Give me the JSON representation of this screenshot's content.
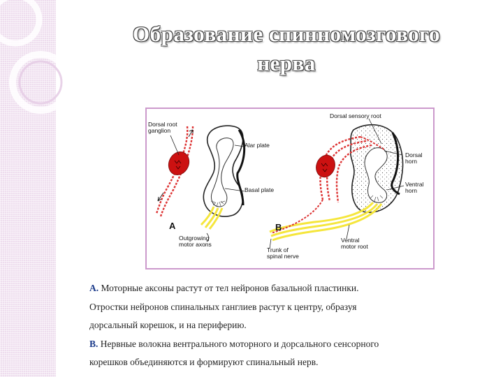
{
  "title": {
    "line1": "Образование спинномозгового",
    "line2": "нерва"
  },
  "figure": {
    "labels": {
      "dorsal_root_ganglion_1": "Dorsal root",
      "dorsal_root_ganglion_2": "ganglion",
      "alar_plate": "Alar plate",
      "basal_plate": "Basal plate",
      "panel_a": "A",
      "outgrowing_1": "Outgrowing",
      "outgrowing_2": "motor axons",
      "panel_b": "B",
      "dorsal_sensory_root": "Dorsal sensory root",
      "dorsal_horn_1": "Dorsal",
      "dorsal_horn_2": "horn",
      "ventral_horn_1": "Ventral",
      "ventral_horn_2": "horn",
      "ventral_motor_root_1": "Ventral",
      "ventral_motor_root_2": "motor root",
      "trunk_1": "Trunk of",
      "trunk_2": "spinal nerve"
    },
    "colors": {
      "ganglion": "#cc1111",
      "sensory_fibers": "#dd3333",
      "motor_axons": "#f5e63c",
      "frame": "#cc99cc"
    }
  },
  "caption": {
    "p1_mark": "А.",
    "p1_text": " Моторные аксоны растут от тел нейронов базальной пластинки.",
    "p2_text": "Отростки нейронов спинальных ганглиев растут к центру, образуя",
    "p3_text": "дорсальный корешок, и на периферию.",
    "p4_mark": "В.",
    "p4_text": " Нервные волокна вентрального моторного и дорсального сенсорного",
    "p5_text": "корешков объединяются и формируют спинальный нерв."
  }
}
